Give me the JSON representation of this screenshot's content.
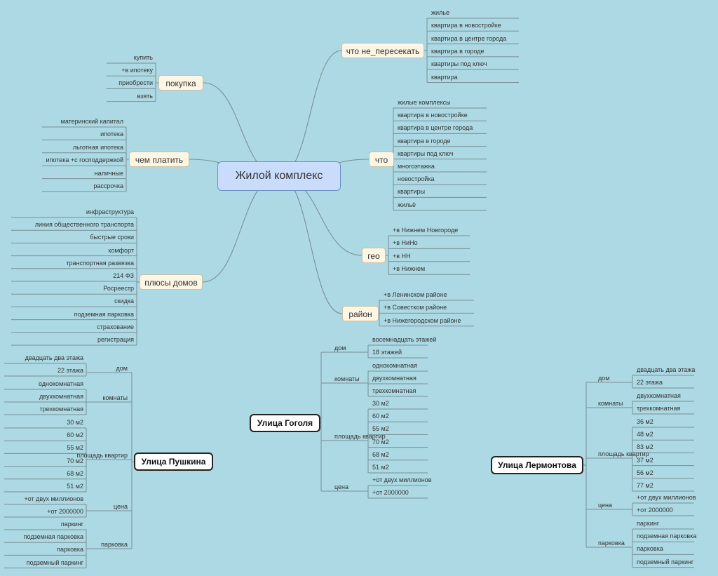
{
  "center": "Жилой комплекс",
  "branches": [
    {
      "label": "покупка",
      "side": "L",
      "items": [
        "купить",
        "+в ипотеку",
        "приобрести",
        "взять"
      ]
    },
    {
      "label": "чем платить",
      "side": "L",
      "items": [
        "материнский капитал",
        "ипотека",
        "льготная ипотека",
        "ипотека +с господдержкой",
        "наличные",
        "рассрочка"
      ]
    },
    {
      "label": "плюсы домов",
      "side": "L",
      "items": [
        "инфраструктура",
        "линия общественного транспорта",
        "быстрые сроки",
        "комфорт",
        "транспортная развязка",
        "214 ФЗ",
        "Росреестр",
        "скидка",
        "подземная парковка",
        "страхование",
        "регистрация"
      ]
    },
    {
      "label": "что не_пересекать",
      "side": "R",
      "items": [
        "жилье",
        "квартира в новостройке",
        "квартира в центре города",
        "квартира в городе",
        "квартиры под ключ",
        "квартира"
      ]
    },
    {
      "label": "что",
      "side": "R",
      "items": [
        "жилые комплексы",
        "квартира в новостройке",
        "квартира в центре города",
        "квартира в городе",
        "квартиры под ключ",
        "многоэтажка",
        "новостройка",
        "квартиры",
        "жильё"
      ]
    },
    {
      "label": "гео",
      "side": "R",
      "items": [
        "+в Нижнем Новгороде",
        "+в НиНо",
        "+в НН",
        "+в Нижнем"
      ]
    },
    {
      "label": "район",
      "side": "R",
      "items": [
        "+в Ленинском районе",
        "+в Совестком районе",
        "+в Нижегородском районе"
      ]
    }
  ],
  "streets": [
    {
      "label": "Улица Пушкина",
      "side": "L",
      "groups": [
        {
          "label": "дом",
          "items": [
            "двадцать два этажа",
            "22 этажа"
          ]
        },
        {
          "label": "комнаты",
          "items": [
            "однокомнатная",
            "двухкомнатная",
            "трехкомнатная"
          ]
        },
        {
          "label": "площадь квартир",
          "items": [
            "30 м2",
            "60 м2",
            "55 м2",
            "70 м2",
            "68 м2",
            "51 м2"
          ]
        },
        {
          "label": "цена",
          "items": [
            "+от двух миллионов",
            "+от 2000000"
          ]
        },
        {
          "label": "парковка",
          "items": [
            "паркинг",
            "подземная парковка",
            "парковка",
            "подземный паркинг"
          ]
        }
      ]
    },
    {
      "label": "Улица Гоголя",
      "side": "R",
      "groups": [
        {
          "label": "дом",
          "items": [
            "восемнадцать этажей",
            "18 этажей"
          ]
        },
        {
          "label": "комнаты",
          "items": [
            "однокомнатная",
            "двухкомнатная",
            "трехкомнатная"
          ]
        },
        {
          "label": "площадь квартир",
          "items": [
            "30 м2",
            "60 м2",
            "55 м2",
            "70 м2",
            "68 м2",
            "51 м2"
          ]
        },
        {
          "label": "цена",
          "items": [
            "+от двух миллионов",
            "+от 2000000"
          ]
        }
      ]
    },
    {
      "label": "Улица Лермонтова",
      "side": "R",
      "groups": [
        {
          "label": "дом",
          "items": [
            "двадцать два этажа",
            "22 этажа"
          ]
        },
        {
          "label": "комнаты",
          "items": [
            "двухкомнатная",
            "трехкомнатная"
          ]
        },
        {
          "label": "площадь квартир",
          "items": [
            "36 м2",
            "48 м2",
            "83 м2",
            "37 м2",
            "56 м2",
            "77 м2"
          ]
        },
        {
          "label": "цена",
          "items": [
            "+от двух миллионов",
            "+от 2000000"
          ]
        },
        {
          "label": "парковка",
          "items": [
            "паркинг",
            "подземная парковка",
            "парковка",
            "подземный паркинг"
          ]
        }
      ]
    }
  ]
}
